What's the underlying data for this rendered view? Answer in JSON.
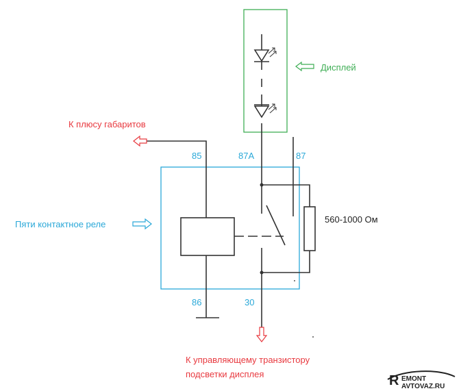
{
  "labels": {
    "display": "Дисплей",
    "plus_gabarit": "К плюсу габаритов",
    "relay": "Пяти контактное реле",
    "resistor": "560-1000 Ом",
    "transistor_line1": "К управляющему транзистору",
    "transistor_line2": "подсветки дисплея"
  },
  "pins": {
    "p85": "85",
    "p87a": "87A",
    "p87": "87",
    "p86": "86",
    "p30": "30"
  },
  "logo": {
    "line1": "EMONT",
    "line2": "AVTOVAZ.RU"
  },
  "colors": {
    "red": "#e8393f",
    "blue": "#2aa8d8",
    "green": "#3fae55",
    "wire": "#333333"
  }
}
